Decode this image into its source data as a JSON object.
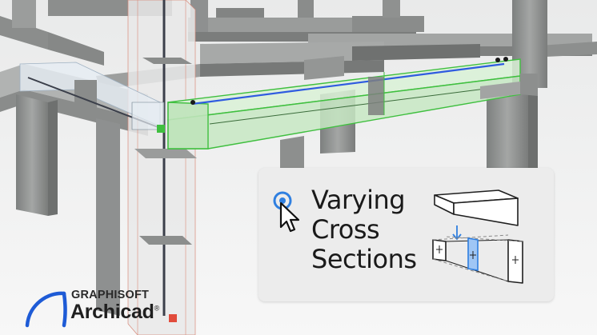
{
  "card": {
    "title_lines": [
      "Varying",
      "Cross",
      "Sections"
    ],
    "cursor_icon": "target-cursor-icon",
    "diagram_icon": "varying-cross-section-icon"
  },
  "brand": {
    "company": "GRAPHISOFT",
    "product": "Archicad",
    "registered": "®",
    "logo_icon": "archicad-arc-logo"
  },
  "colors": {
    "selection_green": "#3fbf3f",
    "accent_blue": "#2f7fe0",
    "brand_blue": "#1e5bd6",
    "concrete": "#8f9190"
  }
}
